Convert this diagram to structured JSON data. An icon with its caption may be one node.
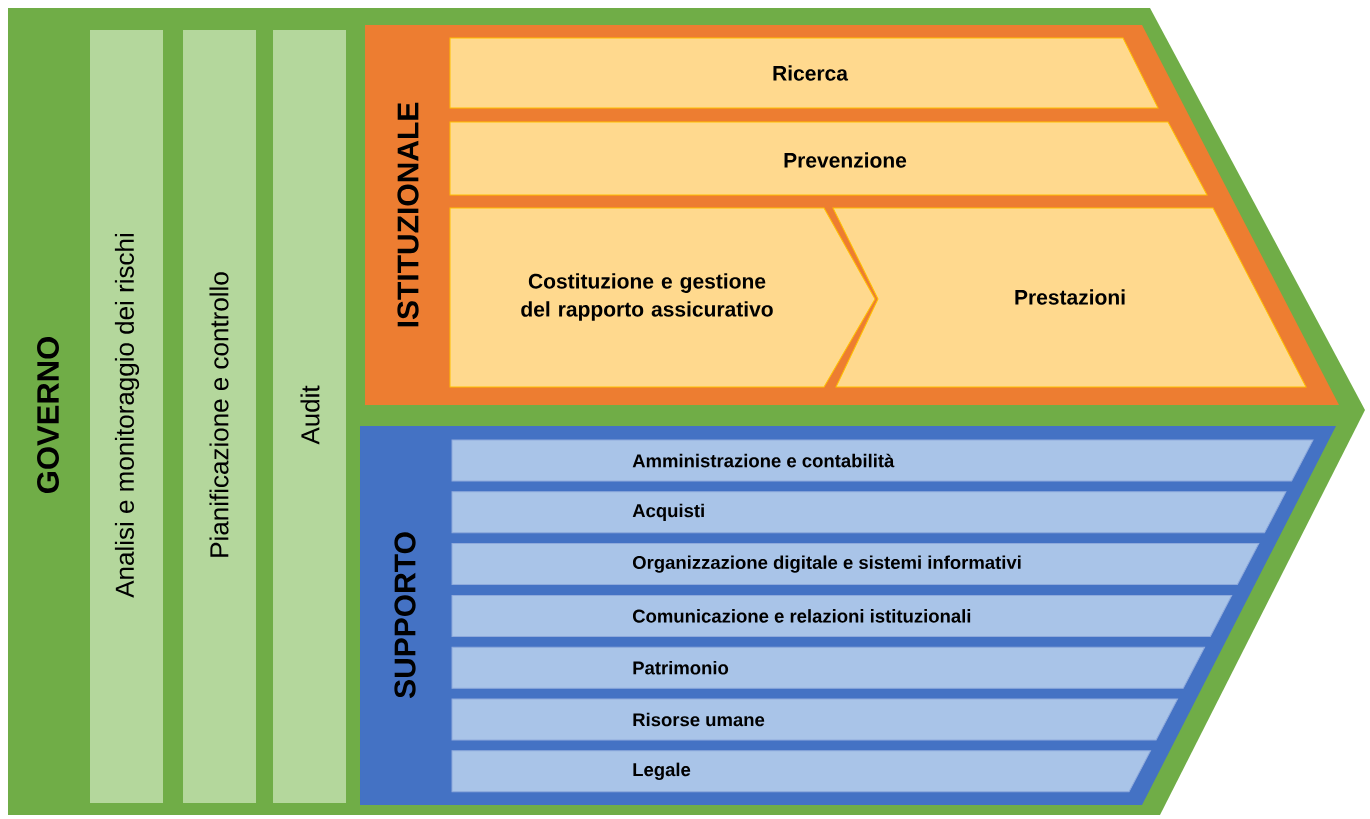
{
  "diagram": {
    "nodes": [
      {
        "text": [
          "GOVERNO"
        ]
      },
      {
        "text": [
          "Analisi e monitoraggio dei rischi"
        ],
        "in": 0
      },
      {
        "text": [
          "Pianificazione e controllo"
        ],
        "in": 0
      },
      {
        "text": [
          "Audit"
        ],
        "in": 0
      },
      {
        "text": [
          "ISTITUZIONALE"
        ],
        "in": 0
      },
      {
        "text": [
          "Ricerca"
        ],
        "in": 4
      },
      {
        "text": [
          "Prevenzione"
        ],
        "in": 4
      },
      {
        "text": [
          "Costituzione e gestione del rapporto assicurativo"
        ],
        "in": 4
      },
      {
        "text": [
          "Prestazioni"
        ],
        "in": 4
      },
      {
        "text": [
          "SUPPORTO"
        ],
        "in": 0
      },
      {
        "text": [
          "Amministrazione e contabilità"
        ],
        "in": 9
      },
      {
        "text": [
          "Acquisti"
        ],
        "in": 9
      },
      {
        "text": [
          "Organizzazione digitale e sistemi informativi"
        ],
        "in": 9
      },
      {
        "text": [
          "Comunicazione e relazioni istituzionali"
        ],
        "in": 9
      },
      {
        "text": [
          "Patrimonio"
        ],
        "in": 9
      },
      {
        "text": [
          "Risorse umane"
        ],
        "in": 9
      },
      {
        "text": [
          "Legale"
        ],
        "in": 9
      }
    ]
  }
}
